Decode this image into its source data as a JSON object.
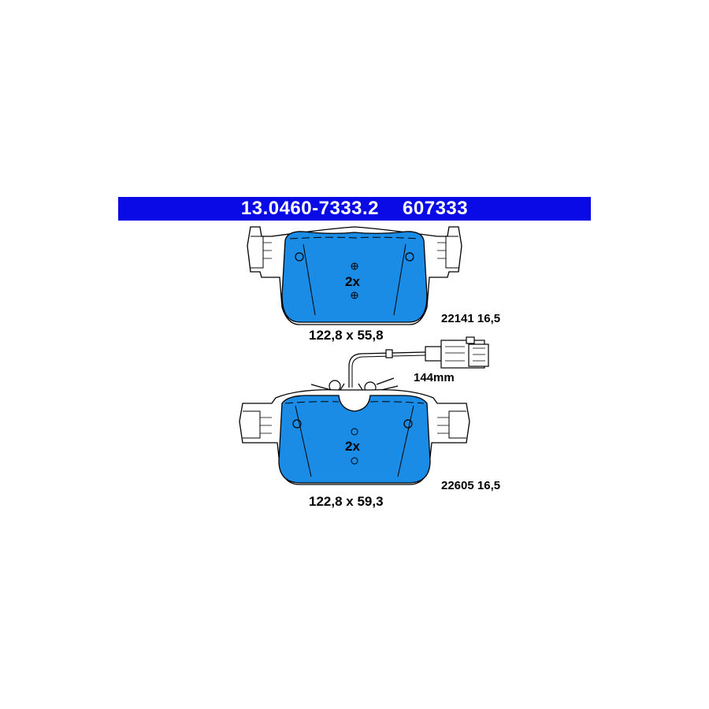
{
  "header": {
    "part_number": "13.0460-7333.2",
    "ref_number": "607333"
  },
  "colors": {
    "header_background": "#0a0ae6",
    "header_text": "#ffffff",
    "pad_fill": "#1a8ce6",
    "outline": "#000000"
  },
  "top_pad": {
    "quantity": "2x",
    "dimensions": "122,8 x 55,8",
    "spec": "22141 16,5"
  },
  "sensor": {
    "length": "144mm"
  },
  "bottom_pad": {
    "quantity": "2x",
    "dimensions": "122,8 x 59,3",
    "spec": "22605 16,5"
  }
}
